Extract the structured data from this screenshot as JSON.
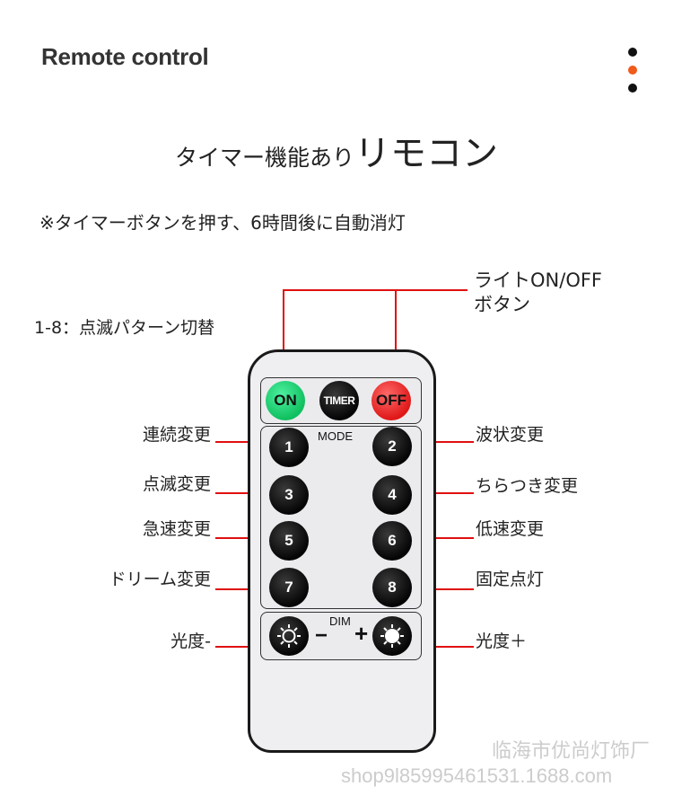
{
  "header": {
    "title": "Remote control"
  },
  "heading": {
    "small": "タイマー機能あり",
    "large": "リモコン"
  },
  "note": "※タイマーボタンを押す、6時間後に自動消灯",
  "range_label": "1-8：点滅パターン切替",
  "onoff_label": [
    "ライトON/OFF",
    "ボタン"
  ],
  "left_labels": [
    "連続変更",
    "点滅変更",
    "急速変更",
    "ドリーム変更",
    "光度-"
  ],
  "right_labels": [
    "波状変更",
    "ちらつき変更",
    "低速変更",
    "固定点灯",
    "光度＋"
  ],
  "remote": {
    "top_buttons": {
      "on": "ON",
      "timer": "TIMER",
      "off": "OFF"
    },
    "mode_label": "MODE",
    "modes": [
      "1",
      "2",
      "3",
      "4",
      "5",
      "6",
      "7",
      "8"
    ],
    "dim_label": "DIM",
    "minus": "−",
    "plus": "+"
  },
  "watermark": {
    "company": "临海市优尚灯饰厂",
    "url": "shop9l85995461531.1688.com"
  },
  "colors": {
    "accent": "#e01010",
    "on": "#10c060",
    "off": "#e01818",
    "menu_dot": "#f05a1a"
  }
}
